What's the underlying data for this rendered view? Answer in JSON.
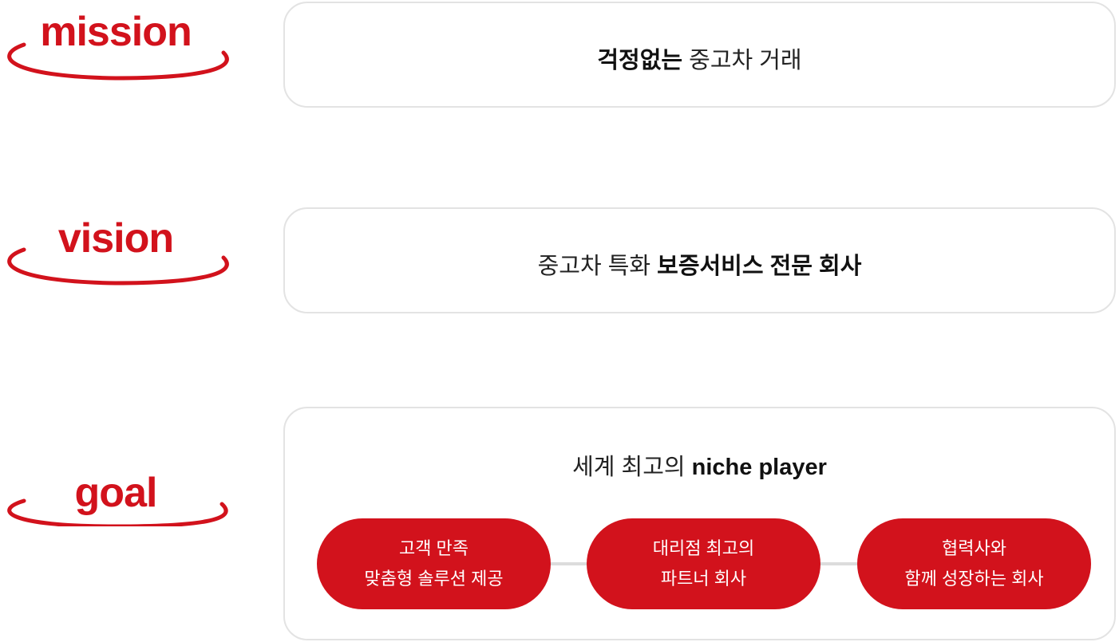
{
  "rows": {
    "mission": {
      "label": "mission",
      "text_bold": "걱정없는",
      "text_regular": "중고차 거래"
    },
    "vision": {
      "label": "vision",
      "text_regular": "중고차 특화",
      "text_bold": "보증서비스 전문 회사"
    },
    "goal": {
      "label": "goal",
      "text_regular": "세계 최고의",
      "text_bold": "niche player",
      "pills": [
        {
          "line1": "고객 만족",
          "line2": "맞춤형 솔루션 제공"
        },
        {
          "line1": "대리점 최고의",
          "line2": "파트너 회사"
        },
        {
          "line1": "협력사와",
          "line2": "함께 성장하는 회사"
        }
      ]
    }
  },
  "colors": {
    "accent": "#d2121c",
    "border": "#e3e3e3"
  }
}
